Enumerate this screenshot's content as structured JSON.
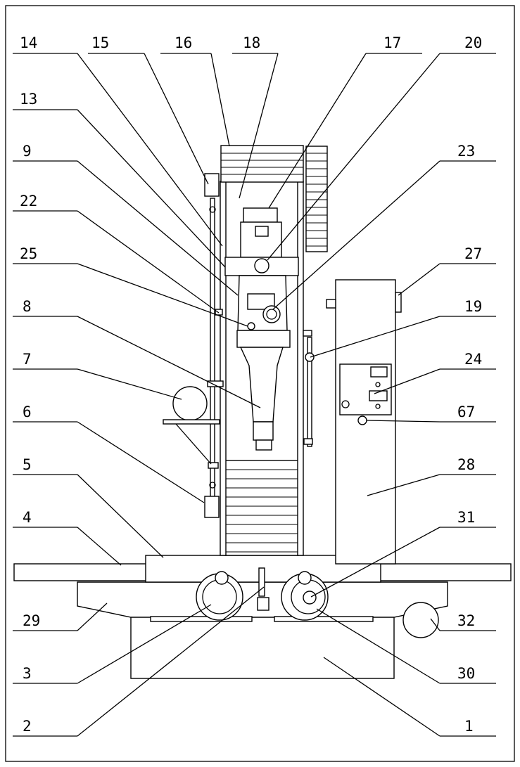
{
  "figure": {
    "labels": [
      {
        "id": "14",
        "text": "14"
      },
      {
        "id": "15",
        "text": "15"
      },
      {
        "id": "16",
        "text": "16"
      },
      {
        "id": "18",
        "text": "18"
      },
      {
        "id": "17",
        "text": "17"
      },
      {
        "id": "20",
        "text": "20"
      },
      {
        "id": "13",
        "text": "13"
      },
      {
        "id": "9",
        "text": "9"
      },
      {
        "id": "23",
        "text": "23"
      },
      {
        "id": "22",
        "text": "22"
      },
      {
        "id": "25",
        "text": "25"
      },
      {
        "id": "27",
        "text": "27"
      },
      {
        "id": "8",
        "text": "8"
      },
      {
        "id": "19",
        "text": "19"
      },
      {
        "id": "7",
        "text": "7"
      },
      {
        "id": "24",
        "text": "24"
      },
      {
        "id": "6",
        "text": "6"
      },
      {
        "id": "67",
        "text": "67"
      },
      {
        "id": "5",
        "text": "5"
      },
      {
        "id": "28",
        "text": "28"
      },
      {
        "id": "4",
        "text": "4"
      },
      {
        "id": "31",
        "text": "31"
      },
      {
        "id": "29",
        "text": "29"
      },
      {
        "id": "32",
        "text": "32"
      },
      {
        "id": "3",
        "text": "3"
      },
      {
        "id": "30",
        "text": "30"
      },
      {
        "id": "2",
        "text": "2"
      },
      {
        "id": "1",
        "text": "1"
      }
    ]
  }
}
